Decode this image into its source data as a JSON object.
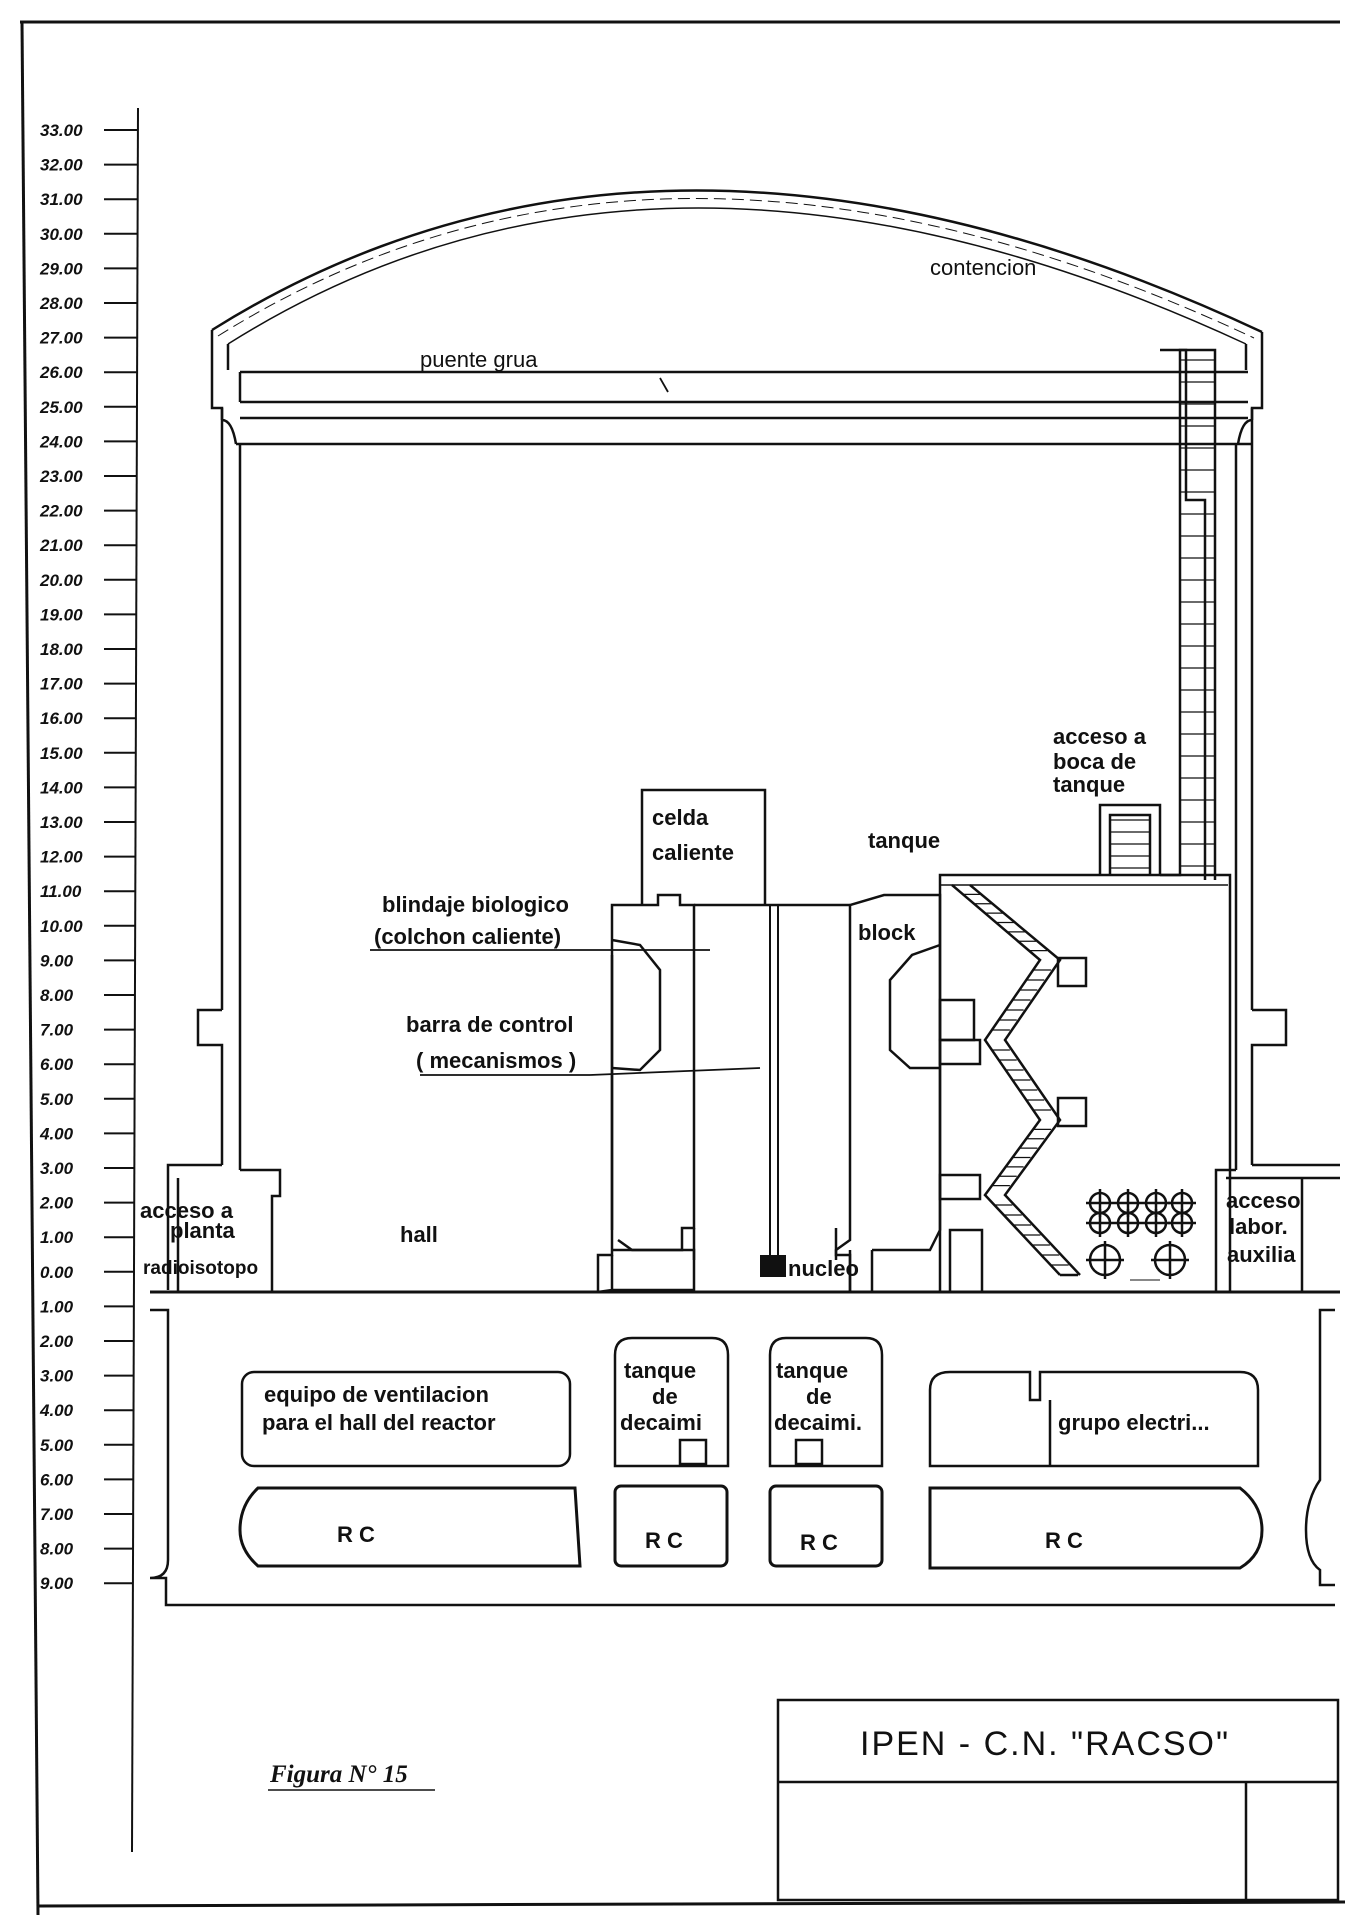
{
  "diagram": {
    "scale_left": [
      "33.00",
      "32.00",
      "31.00",
      "30.00",
      "29.00",
      "28.00",
      "27.00",
      "26.00",
      "25.00",
      "24.00",
      "23.00",
      "22.00",
      "21.00",
      "20.00",
      "19.00",
      "18.00",
      "17.00",
      "16.00",
      "15.00",
      "14.00",
      "13.00",
      "12.00",
      "11.00",
      "10.00",
      "9.00",
      "8.00",
      "7.00",
      "6.00",
      "5.00",
      "4.00",
      "3.00",
      "2.00",
      "1.00",
      "0.00",
      "1.00",
      "2.00",
      "3.00",
      "4.00",
      "5.00",
      "6.00",
      "7.00",
      "8.00",
      "9.00"
    ],
    "labels": {
      "contencion": "contencion",
      "puente_grua": "puente   grua",
      "acceso_boca_1": "acceso a",
      "acceso_boca_2": "boca de",
      "acceso_boca_3": "tanque",
      "celda_1": "celda",
      "celda_2": "caliente",
      "tanque": "tanque",
      "blindaje_1": "blindaje biologico",
      "blindaje_2": "(colchon caliente)",
      "block": "block",
      "barra_1": "barra de control",
      "barra_2": "( mecanismos )",
      "acceso_planta_1": "acceso a",
      "acceso_planta_2": "planta",
      "acceso_planta_3": "radioisotopo",
      "hall": "hall",
      "nucleo": "nucleo",
      "acceso_lab_1": "acceso",
      "acceso_lab_2": "labor.",
      "acceso_lab_3": "auxilia",
      "ventilacion_1": "equipo de ventilacion",
      "ventilacion_2": "para el hall del reactor",
      "tanque_dec1_1": "tanque",
      "tanque_dec1_2": "de",
      "tanque_dec1_3": "decaimi",
      "tanque_dec2_1": "tanque",
      "tanque_dec2_2": "de",
      "tanque_dec2_3": "decaimi.",
      "grupo": "grupo electri...",
      "rc": "R C"
    },
    "title_block": "IPEN - C.N. \"RACSO\"",
    "caption": "Figura N° 15"
  }
}
